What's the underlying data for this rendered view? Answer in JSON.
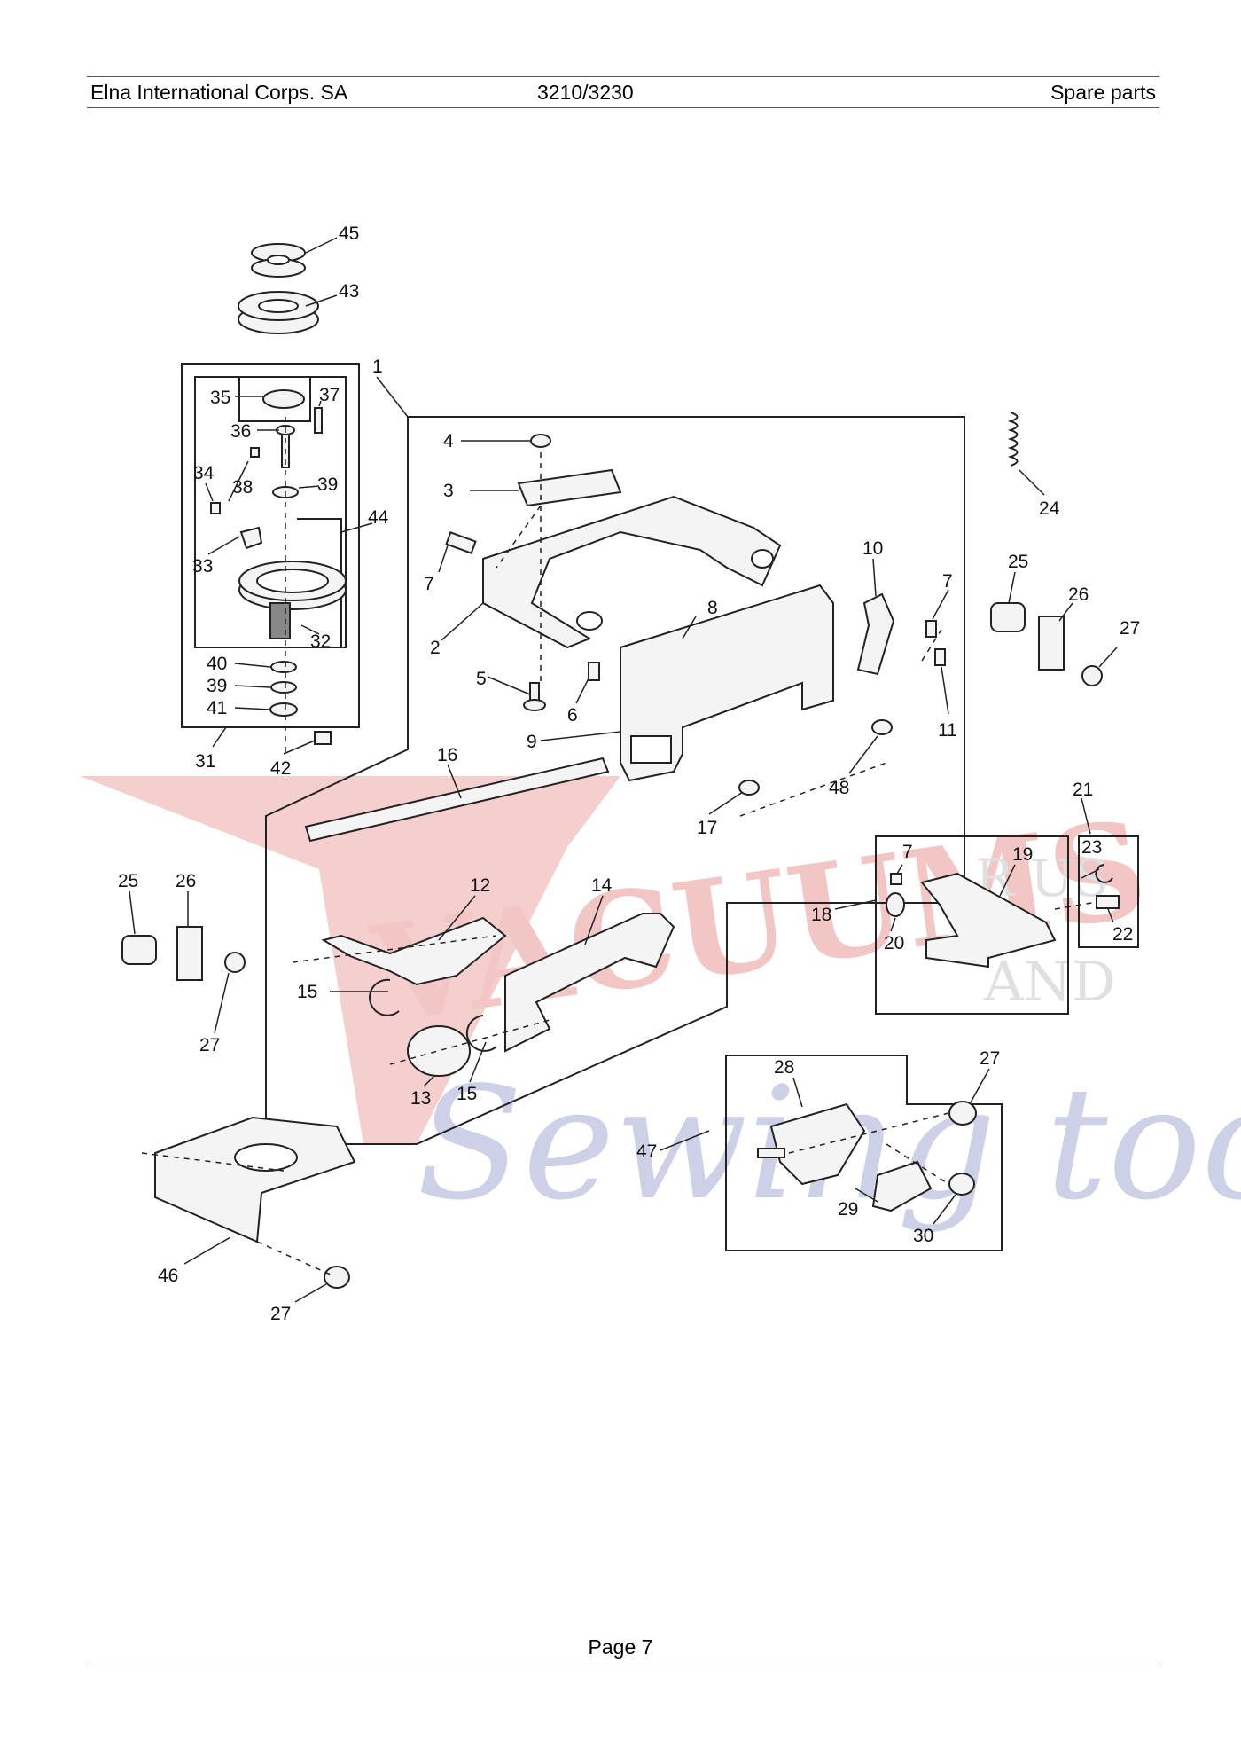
{
  "header": {
    "company": "Elna International Corps. SA",
    "model": "3210/3230",
    "section": "Spare parts"
  },
  "footer": {
    "page": "Page 7"
  },
  "watermark": {
    "line1": "VACUUMS",
    "line1_suffix": "R US",
    "and": "AND",
    "line2": "Sewing too"
  },
  "colors": {
    "line": "#222222",
    "part_fill": "#f4f4f4",
    "watermark_red": "#f3c6c6",
    "watermark_blue": "#c9cce6",
    "watermark_gray": "#e0e0e0"
  },
  "callouts": [
    {
      "id": "c45",
      "text": "45"
    },
    {
      "id": "c43",
      "text": "43"
    },
    {
      "id": "c1",
      "text": "1"
    },
    {
      "id": "c35",
      "text": "35"
    },
    {
      "id": "c37",
      "text": "37"
    },
    {
      "id": "c36",
      "text": "36"
    },
    {
      "id": "c38",
      "text": "38"
    },
    {
      "id": "c39a",
      "text": "39"
    },
    {
      "id": "c34",
      "text": "34"
    },
    {
      "id": "c44",
      "text": "44"
    },
    {
      "id": "c33",
      "text": "33"
    },
    {
      "id": "c32",
      "text": "32"
    },
    {
      "id": "c40",
      "text": "40"
    },
    {
      "id": "c39b",
      "text": "39"
    },
    {
      "id": "c41",
      "text": "41"
    },
    {
      "id": "c31",
      "text": "31"
    },
    {
      "id": "c42",
      "text": "42"
    },
    {
      "id": "c4",
      "text": "4"
    },
    {
      "id": "c3",
      "text": "3"
    },
    {
      "id": "c7a",
      "text": "7"
    },
    {
      "id": "c2",
      "text": "2"
    },
    {
      "id": "c5",
      "text": "5"
    },
    {
      "id": "c6",
      "text": "6"
    },
    {
      "id": "c8",
      "text": "8"
    },
    {
      "id": "c9",
      "text": "9"
    },
    {
      "id": "c10",
      "text": "10"
    },
    {
      "id": "c7b",
      "text": "7"
    },
    {
      "id": "c11",
      "text": "11"
    },
    {
      "id": "c48",
      "text": "48"
    },
    {
      "id": "c17",
      "text": "17"
    },
    {
      "id": "c24",
      "text": "24"
    },
    {
      "id": "c25a",
      "text": "25"
    },
    {
      "id": "c26a",
      "text": "26"
    },
    {
      "id": "c27a",
      "text": "27"
    },
    {
      "id": "c16",
      "text": "16"
    },
    {
      "id": "c21",
      "text": "21"
    },
    {
      "id": "c23",
      "text": "23"
    },
    {
      "id": "c22",
      "text": "22"
    },
    {
      "id": "c7c",
      "text": "7"
    },
    {
      "id": "c19",
      "text": "19"
    },
    {
      "id": "c18",
      "text": "18"
    },
    {
      "id": "c20",
      "text": "20"
    },
    {
      "id": "c25b",
      "text": "25"
    },
    {
      "id": "c26b",
      "text": "26"
    },
    {
      "id": "c27b",
      "text": "27"
    },
    {
      "id": "c12",
      "text": "12"
    },
    {
      "id": "c14",
      "text": "14"
    },
    {
      "id": "c15a",
      "text": "15"
    },
    {
      "id": "c13",
      "text": "13"
    },
    {
      "id": "c15b",
      "text": "15"
    },
    {
      "id": "c28",
      "text": "28"
    },
    {
      "id": "c27c",
      "text": "27"
    },
    {
      "id": "c47",
      "text": "47"
    },
    {
      "id": "c29",
      "text": "29"
    },
    {
      "id": "c30",
      "text": "30"
    },
    {
      "id": "c46",
      "text": "46"
    },
    {
      "id": "c27d",
      "text": "27"
    }
  ]
}
